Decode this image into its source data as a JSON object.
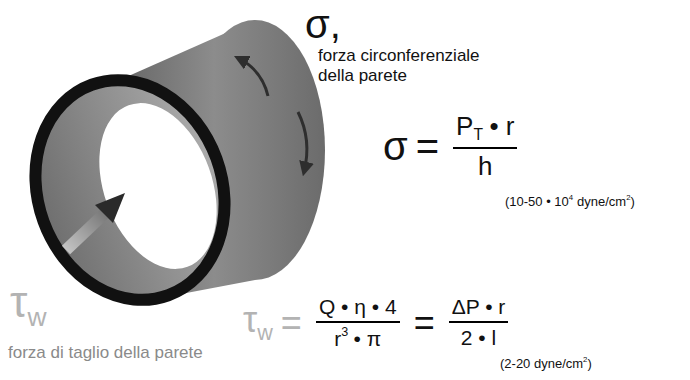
{
  "diagram": {
    "labels": [
      "σ,",
      "forza circonferenziale della parete",
      "σ",
      "=",
      "P",
      "T",
      "• r",
      "h",
      "(10-50 • 10",
      "4",
      "dyne/cm",
      "2",
      ")",
      "τ",
      "w",
      "forza di taglio della parete",
      "τ",
      "w",
      "=",
      "Q • η • 4",
      "r",
      "3",
      "• π",
      "=",
      "ΔP • r",
      "2 • l",
      "(2-20 dyne/cm",
      "2",
      ")"
    ]
  }
}
